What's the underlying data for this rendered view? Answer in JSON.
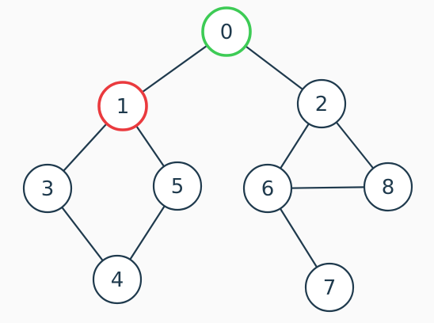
{
  "colors": {
    "background": "#fafafa",
    "node_fill": "#ffffff",
    "node_stroke": "#1f3a4d",
    "edge": "#1f3a4d",
    "label": "#1f3a4d",
    "start_highlight": "#3dcb55",
    "current_highlight": "#ea3a3e"
  },
  "graph": {
    "nodes": [
      {
        "id": "0",
        "label": "0",
        "state": "start"
      },
      {
        "id": "1",
        "label": "1",
        "state": "current"
      },
      {
        "id": "2",
        "label": "2",
        "state": "default"
      },
      {
        "id": "3",
        "label": "3",
        "state": "default"
      },
      {
        "id": "4",
        "label": "4",
        "state": "default"
      },
      {
        "id": "5",
        "label": "5",
        "state": "default"
      },
      {
        "id": "6",
        "label": "6",
        "state": "default"
      },
      {
        "id": "7",
        "label": "7",
        "state": "default"
      },
      {
        "id": "8",
        "label": "8",
        "state": "default"
      }
    ],
    "edges": [
      [
        "0",
        "1"
      ],
      [
        "0",
        "2"
      ],
      [
        "1",
        "3"
      ],
      [
        "1",
        "5"
      ],
      [
        "3",
        "4"
      ],
      [
        "5",
        "4"
      ],
      [
        "2",
        "6"
      ],
      [
        "2",
        "8"
      ],
      [
        "6",
        "8"
      ],
      [
        "6",
        "7"
      ]
    ]
  }
}
